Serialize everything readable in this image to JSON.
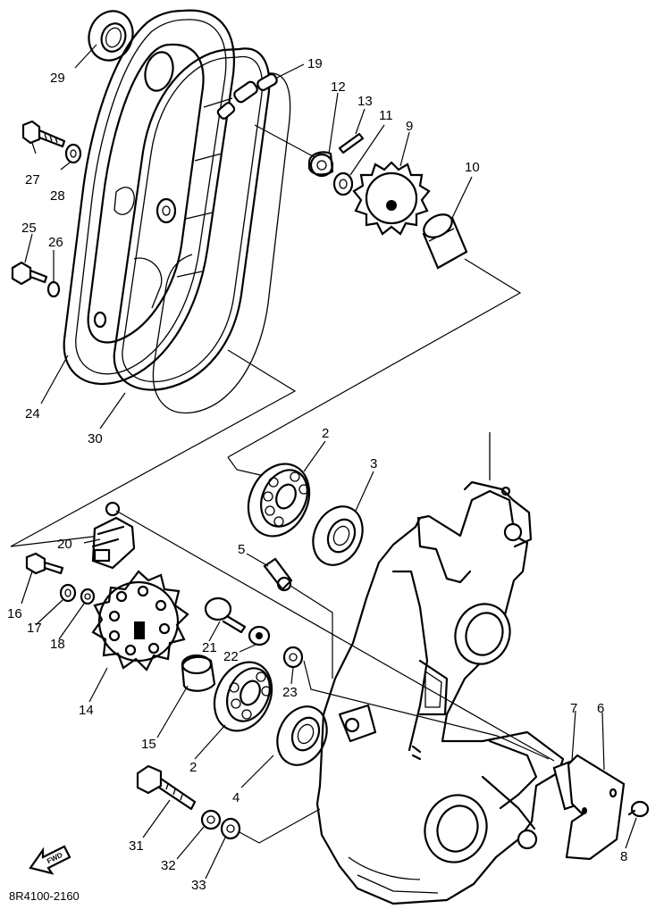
{
  "diagram_code": "8R4100-2160",
  "fwd_label": "FWD",
  "callouts": [
    "29",
    "19",
    "12",
    "13",
    "11",
    "9",
    "10",
    "27",
    "28",
    "25",
    "26",
    "24",
    "30",
    "2",
    "3",
    "20",
    "5",
    "16",
    "17",
    "18",
    "21",
    "22",
    "23",
    "14",
    "15",
    "2",
    "4",
    "7",
    "6",
    "8",
    "31",
    "32",
    "33"
  ]
}
